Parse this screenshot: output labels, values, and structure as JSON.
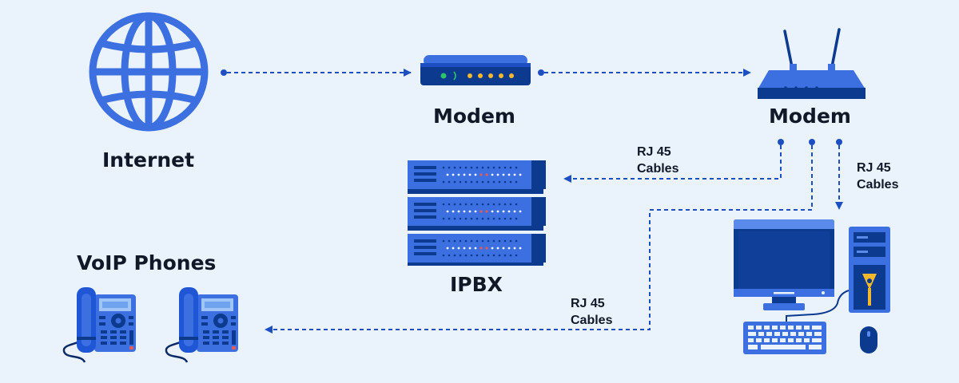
{
  "labels": {
    "internet": "Internet",
    "modem": "Modem",
    "router": "Modem",
    "ipbx": "IPBX",
    "voip_phones": "VoIP Phones"
  },
  "cable_labels": {
    "to_ipbx": [
      "RJ 45",
      "Cables"
    ],
    "to_computer": [
      "RJ 45",
      "Cables"
    ],
    "to_phones": [
      "RJ 45",
      "Cables"
    ]
  },
  "colors": {
    "background": "#EAF2FC",
    "primary_blue": "#3C6FE0",
    "dark_blue": "#0B3A8F",
    "connector_blue": "#1E4FC2",
    "led_yellow": "#F3B82B",
    "led_green": "#2EC26B",
    "led_red": "#E85A5A",
    "text": "#111827"
  }
}
